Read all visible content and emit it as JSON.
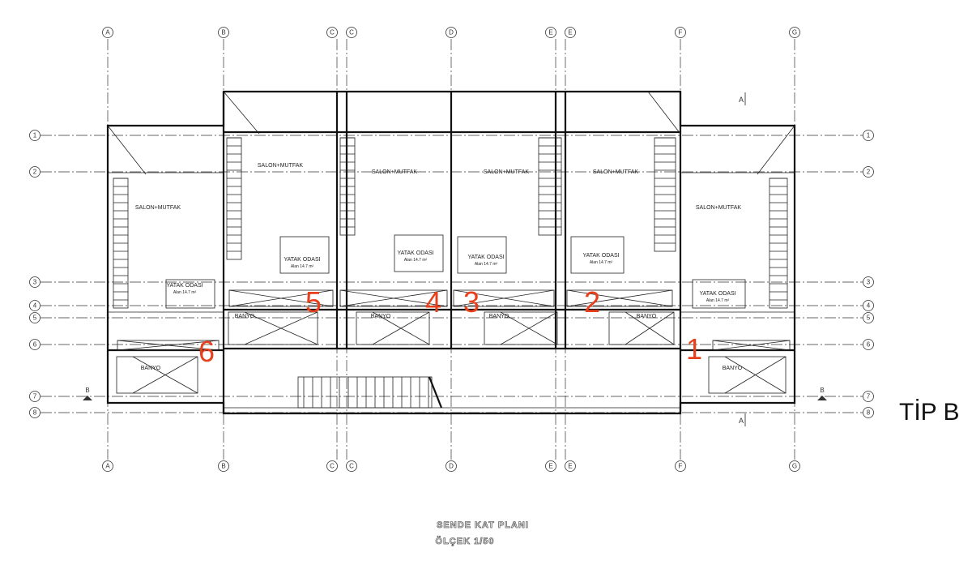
{
  "plan": {
    "title": "SENDE KAT PLANI",
    "scale": "ÖLÇEK 1/50",
    "type_label": "TİP B",
    "accent_color": "#e8401c"
  },
  "grid": {
    "columns": [
      "A",
      "B",
      "C",
      "C",
      "D",
      "E",
      "E",
      "F",
      "G"
    ],
    "rows": [
      "1",
      "2",
      "3",
      "4",
      "5",
      "6",
      "7",
      "8"
    ],
    "section_marks": [
      "A",
      "B"
    ]
  },
  "rooms": {
    "living": "SALON+MUTFAK",
    "bedroom": "YATAK ODASI",
    "bedroom_area": "Alan 14.7 m²",
    "bathroom": "BANYO"
  },
  "units": [
    "5",
    "4",
    "3",
    "2",
    "6",
    "1"
  ]
}
